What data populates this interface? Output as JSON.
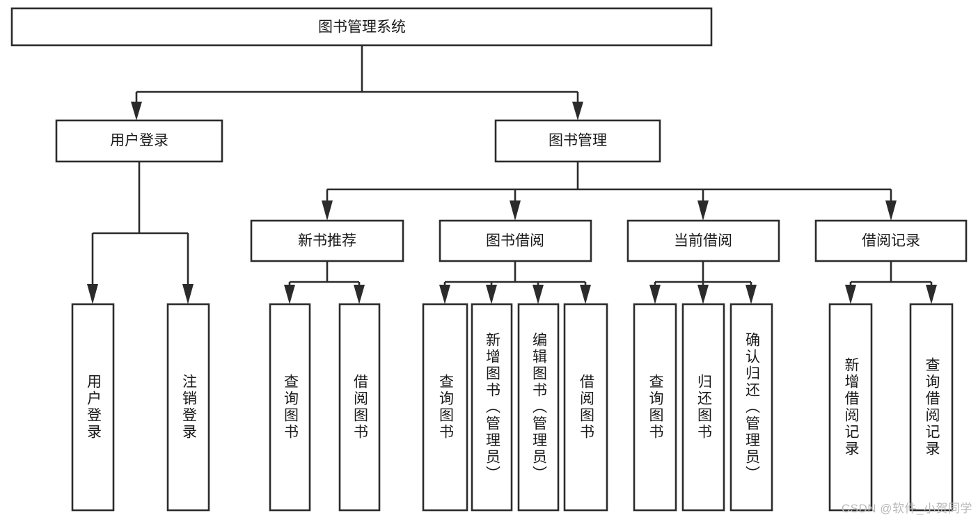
{
  "diagram": {
    "type": "tree-hierarchy-diagram",
    "title": "图书管理系统",
    "orientation": "top-down",
    "background_color": "#ffffff",
    "line_color": "#2b2b2b",
    "box_fill": "#ffffff",
    "text_color": "#1a1a1a",
    "root": {
      "id": "root",
      "label": "图书管理系统",
      "level": 0,
      "text_orientation": "horizontal"
    },
    "level1": [
      {
        "id": "user-login",
        "label": "用户登录",
        "level": 1,
        "text_orientation": "horizontal"
      },
      {
        "id": "book-management",
        "label": "图书管理",
        "level": 1,
        "text_orientation": "horizontal"
      }
    ],
    "level2": [
      {
        "id": "new-book-recommend",
        "label": "新书推荐",
        "parent": "book-management",
        "level": 2,
        "text_orientation": "horizontal"
      },
      {
        "id": "book-borrow",
        "label": "图书借阅",
        "parent": "book-management",
        "level": 2,
        "text_orientation": "horizontal"
      },
      {
        "id": "current-borrow",
        "label": "当前借阅",
        "parent": "book-management",
        "level": 2,
        "text_orientation": "horizontal"
      },
      {
        "id": "borrow-record",
        "label": "借阅记录",
        "parent": "book-management",
        "level": 2,
        "text_orientation": "horizontal"
      }
    ],
    "leaves": [
      {
        "id": "leaf-user-login",
        "label": "用户登录",
        "parent": "user-login",
        "level": 2,
        "text_orientation": "vertical"
      },
      {
        "id": "leaf-logout",
        "label": "注销登录",
        "parent": "user-login",
        "level": 2,
        "text_orientation": "vertical"
      },
      {
        "id": "leaf-query-book-recommend",
        "label": "查询图书",
        "parent": "new-book-recommend",
        "level": 3,
        "text_orientation": "vertical"
      },
      {
        "id": "leaf-borrow-book-recommend",
        "label": "借阅图书",
        "parent": "new-book-recommend",
        "level": 3,
        "text_orientation": "vertical"
      },
      {
        "id": "leaf-query-book-borrow",
        "label": "查询图书",
        "parent": "book-borrow",
        "level": 3,
        "text_orientation": "vertical"
      },
      {
        "id": "leaf-add-book",
        "label": "新增图书（管理员）",
        "parent": "book-borrow",
        "level": 3,
        "text_orientation": "vertical"
      },
      {
        "id": "leaf-edit-book",
        "label": "编辑图书（管理员）",
        "parent": "book-borrow",
        "level": 3,
        "text_orientation": "vertical"
      },
      {
        "id": "leaf-borrow-book",
        "label": "借阅图书",
        "parent": "book-borrow",
        "level": 3,
        "text_orientation": "vertical"
      },
      {
        "id": "leaf-query-book-current",
        "label": "查询图书",
        "parent": "current-borrow",
        "level": 3,
        "text_orientation": "vertical"
      },
      {
        "id": "leaf-return-book",
        "label": "归还图书",
        "parent": "current-borrow",
        "level": 3,
        "text_orientation": "vertical"
      },
      {
        "id": "leaf-confirm-return",
        "label": "确认归还（管理员）",
        "parent": "current-borrow",
        "level": 3,
        "text_orientation": "vertical"
      },
      {
        "id": "leaf-add-borrow-record",
        "label": "新增借阅记录",
        "parent": "borrow-record",
        "level": 3,
        "text_orientation": "vertical"
      },
      {
        "id": "leaf-query-borrow-record",
        "label": "查询借阅记录",
        "parent": "borrow-record",
        "level": 3,
        "text_orientation": "vertical"
      }
    ]
  },
  "watermark": {
    "text": "CSDN @软件_小贺同学"
  }
}
